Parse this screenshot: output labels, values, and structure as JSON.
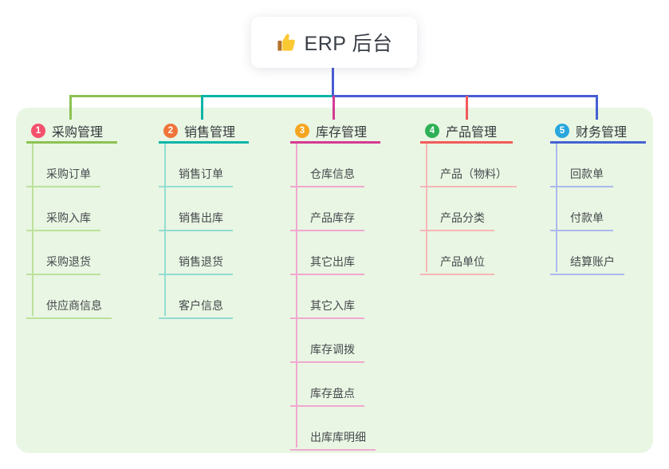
{
  "root": {
    "label": "ERP 后台",
    "icon": "thumbs-up-icon"
  },
  "colors": {
    "canvas_bg": "#e9f6e3",
    "root_line": "#4a5cd4",
    "header_text": "#35383d",
    "child_text": "#46494e"
  },
  "branches": [
    {
      "index": "1",
      "label": "采购管理",
      "badge_color": "#f4516c",
      "line_color": "#8cc152",
      "child_line_color": "#bce19b",
      "children": [
        "采购订单",
        "采购入库",
        "采购退货",
        "供应商信息"
      ]
    },
    {
      "index": "2",
      "label": "销售管理",
      "badge_color": "#ee7439",
      "line_color": "#0ab5a7",
      "child_line_color": "#93dcd3",
      "children": [
        "销售订单",
        "销售出库",
        "销售退货",
        "客户信息"
      ]
    },
    {
      "index": "3",
      "label": "库存管理",
      "badge_color": "#f6a51f",
      "line_color": "#d53a92",
      "child_line_color": "#f1a8d0",
      "children": [
        "仓库信息",
        "产品库存",
        "其它出库",
        "其它入库",
        "库存调拨",
        "库存盘点",
        "出库库明细"
      ]
    },
    {
      "index": "4",
      "label": "产品管理",
      "badge_color": "#2eb156",
      "line_color": "#f15b5b",
      "child_line_color": "#f7b6b6",
      "children": [
        "产品（物料）",
        "产品分类",
        "产品单位"
      ]
    },
    {
      "index": "5",
      "label": "财务管理",
      "badge_color": "#29a6de",
      "line_color": "#4561d2",
      "child_line_color": "#aab9ec",
      "children": [
        "回款单",
        "付款单",
        "结算账户"
      ]
    }
  ]
}
